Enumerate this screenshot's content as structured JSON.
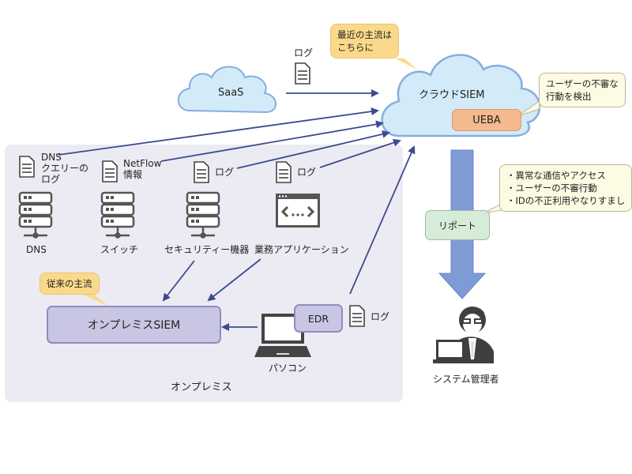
{
  "diagram": {
    "zones": {
      "onpremise_label": "オンプレミス"
    },
    "clouds": {
      "saas": "SaaS",
      "cloud_siem": "クラウドSIEM"
    },
    "boxes": {
      "ueba": "UEBA",
      "onprem_siem": "オンプレミスSIEM",
      "edr": "EDR",
      "report": "リポート"
    },
    "callouts": {
      "recent_mainstream": [
        "最近の主流は",
        "こちらに"
      ],
      "ueba_note": [
        "ユーザーの不審な",
        "行動を検出"
      ],
      "report_items": [
        "・異常な通信やアクセス",
        "・ユーザーの不審行動",
        "・IDの不正利用やなりすまし"
      ],
      "traditional_mainstream": "従来の主流"
    },
    "log_labels": {
      "saas_log": "ログ",
      "dns_log": [
        "DNS",
        "クエリーの",
        "ログ"
      ],
      "netflow": [
        "NetFlow",
        "情報"
      ],
      "security_log": "ログ",
      "app_log": "ログ",
      "pc_log": "ログ"
    },
    "devices": {
      "dns": "DNS",
      "switch": "スイッチ",
      "security": "セキュリティー機器",
      "business_app": "業務アプリケーション",
      "pc": "パソコン",
      "admin": "システム管理者"
    },
    "colors": {
      "arrow": "#3d4a8f",
      "cloud_fill": "#d3ebf8",
      "cloud_stroke": "#86aee0",
      "onprem_bg": "#ecebf3",
      "siem_box": "#c8c6e2",
      "ueba_box": "#f4b98e",
      "report_box": "#d6ecd9",
      "big_arrow": "#7f9bd6",
      "yellow_callout": "#fbd98a",
      "light_callout": "#fdfbe3"
    }
  }
}
